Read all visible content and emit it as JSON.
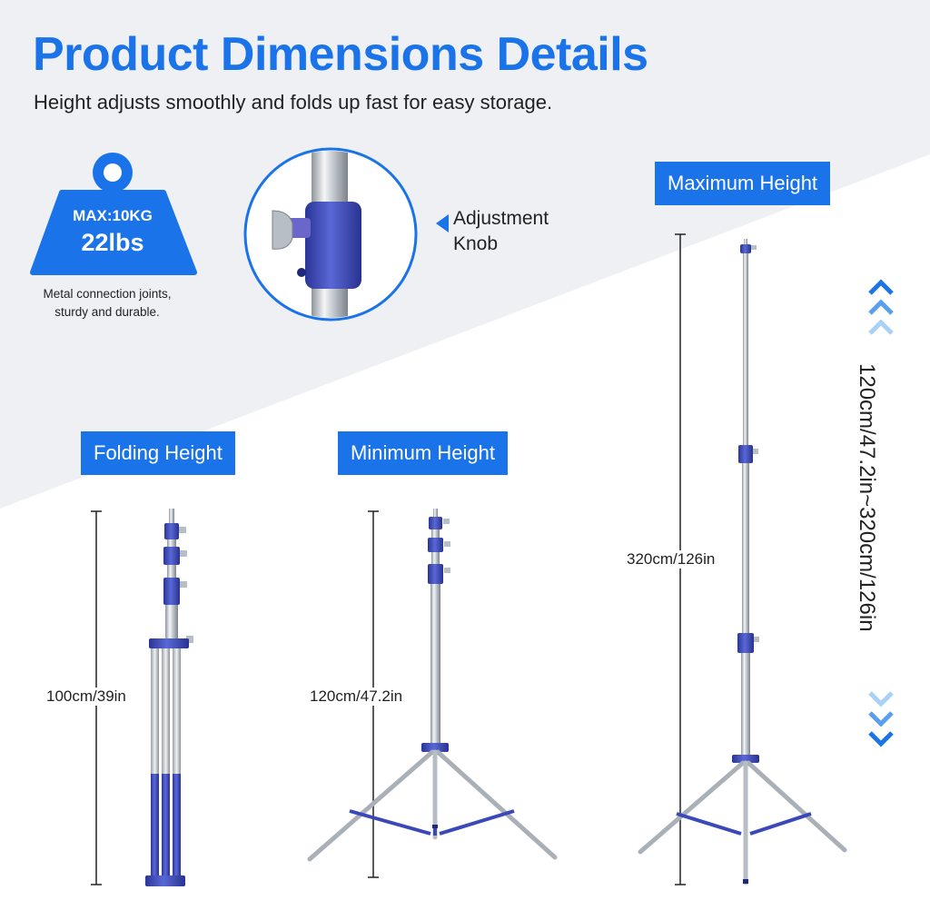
{
  "header": {
    "title": "Product Dimensions Details",
    "subtitle": "Height adjusts smoothly and folds up fast for easy storage."
  },
  "weight_badge": {
    "line1": "MAX:10KG",
    "line2": "22lbs",
    "note_line1": "Metal connection joints,",
    "note_line2": "sturdy and durable."
  },
  "knob_callout": {
    "line1": "Adjustment",
    "line2": "Knob"
  },
  "stands": {
    "folding": {
      "label": "Folding Height",
      "dimension": "100cm/39in"
    },
    "minimum": {
      "label": "Minimum Height",
      "dimension": "120cm/47.2in"
    },
    "maximum": {
      "label": "Maximum Height",
      "dimension": "320cm/126in"
    }
  },
  "range_text": "120cm/47.2in~320cm/126in",
  "colors": {
    "accent_blue": "#1a73e8",
    "joint_blue": "#3b49b8",
    "light_blue": "#a9d0f5",
    "background_gray": "#eef0f4"
  }
}
